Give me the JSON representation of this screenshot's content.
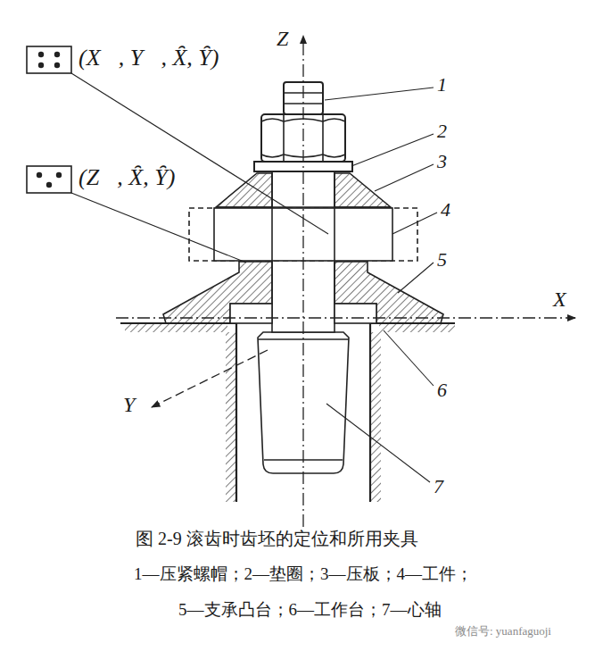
{
  "diagram": {
    "caption": "图 2-9 滚齿时齿坯的定位和所用夹具",
    "labels": [
      "Z",
      "1",
      "2",
      "3",
      "4",
      "5",
      "X",
      "Y",
      "6",
      "7",
      "(X⃗, Y⃗, X̑, Y̑)",
      "(Z⃗, X̑, Y̑)",
      "1—压紧螺帽；2—垫圈；3—压板；4—工件；",
      "5—支承凸台；6—工作台；7—心轴",
      "微信号: yuanfaguoji"
    ]
  }
}
